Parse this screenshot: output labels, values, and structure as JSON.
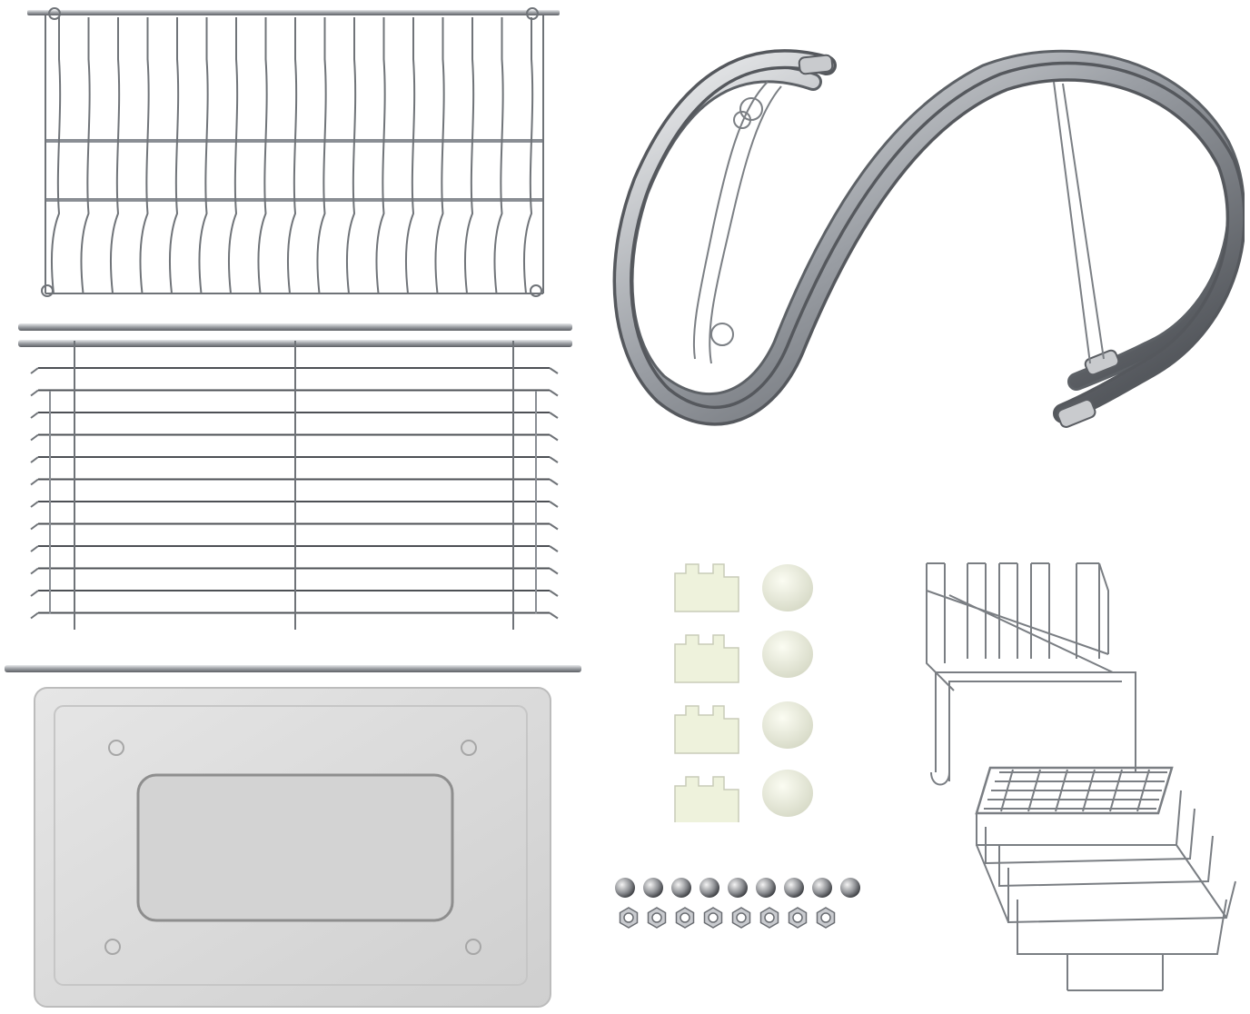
{
  "scene": {
    "kind": "product-parts-photo",
    "background": "#ffffff",
    "colors": {
      "chrome": "#8a8e94",
      "chrome_light": "#d7d9dc",
      "chrome_dark": "#4a4d52",
      "wire": "#6f7378",
      "tray": "#dcdcdc",
      "tray_edge": "#b9b9b9",
      "plastic": "#eef2dc"
    },
    "parts": [
      {
        "name": "upper-dish-rack",
        "icon": "wire-grid-icon"
      },
      {
        "name": "lower-bowl-rack",
        "icon": "wire-grid-icon"
      },
      {
        "name": "support-rods",
        "count": 3,
        "icon": "metal-rod-icon"
      },
      {
        "name": "s-shaped-side-frames",
        "count": 2,
        "icon": "s-frame-icon"
      },
      {
        "name": "drip-tray",
        "icon": "tray-icon"
      },
      {
        "name": "plastic-clips",
        "count": 4,
        "icon": "clip-icon"
      },
      {
        "name": "foot-pads",
        "count": 4,
        "icon": "foot-pad-icon"
      },
      {
        "name": "cap-nuts",
        "count": 9,
        "icon": "cap-nut-icon"
      },
      {
        "name": "hex-nuts",
        "count": 8,
        "icon": "hex-nut-icon"
      },
      {
        "name": "utensil-holder-and-board-rack",
        "icon": "wire-holder-icon"
      }
    ]
  }
}
